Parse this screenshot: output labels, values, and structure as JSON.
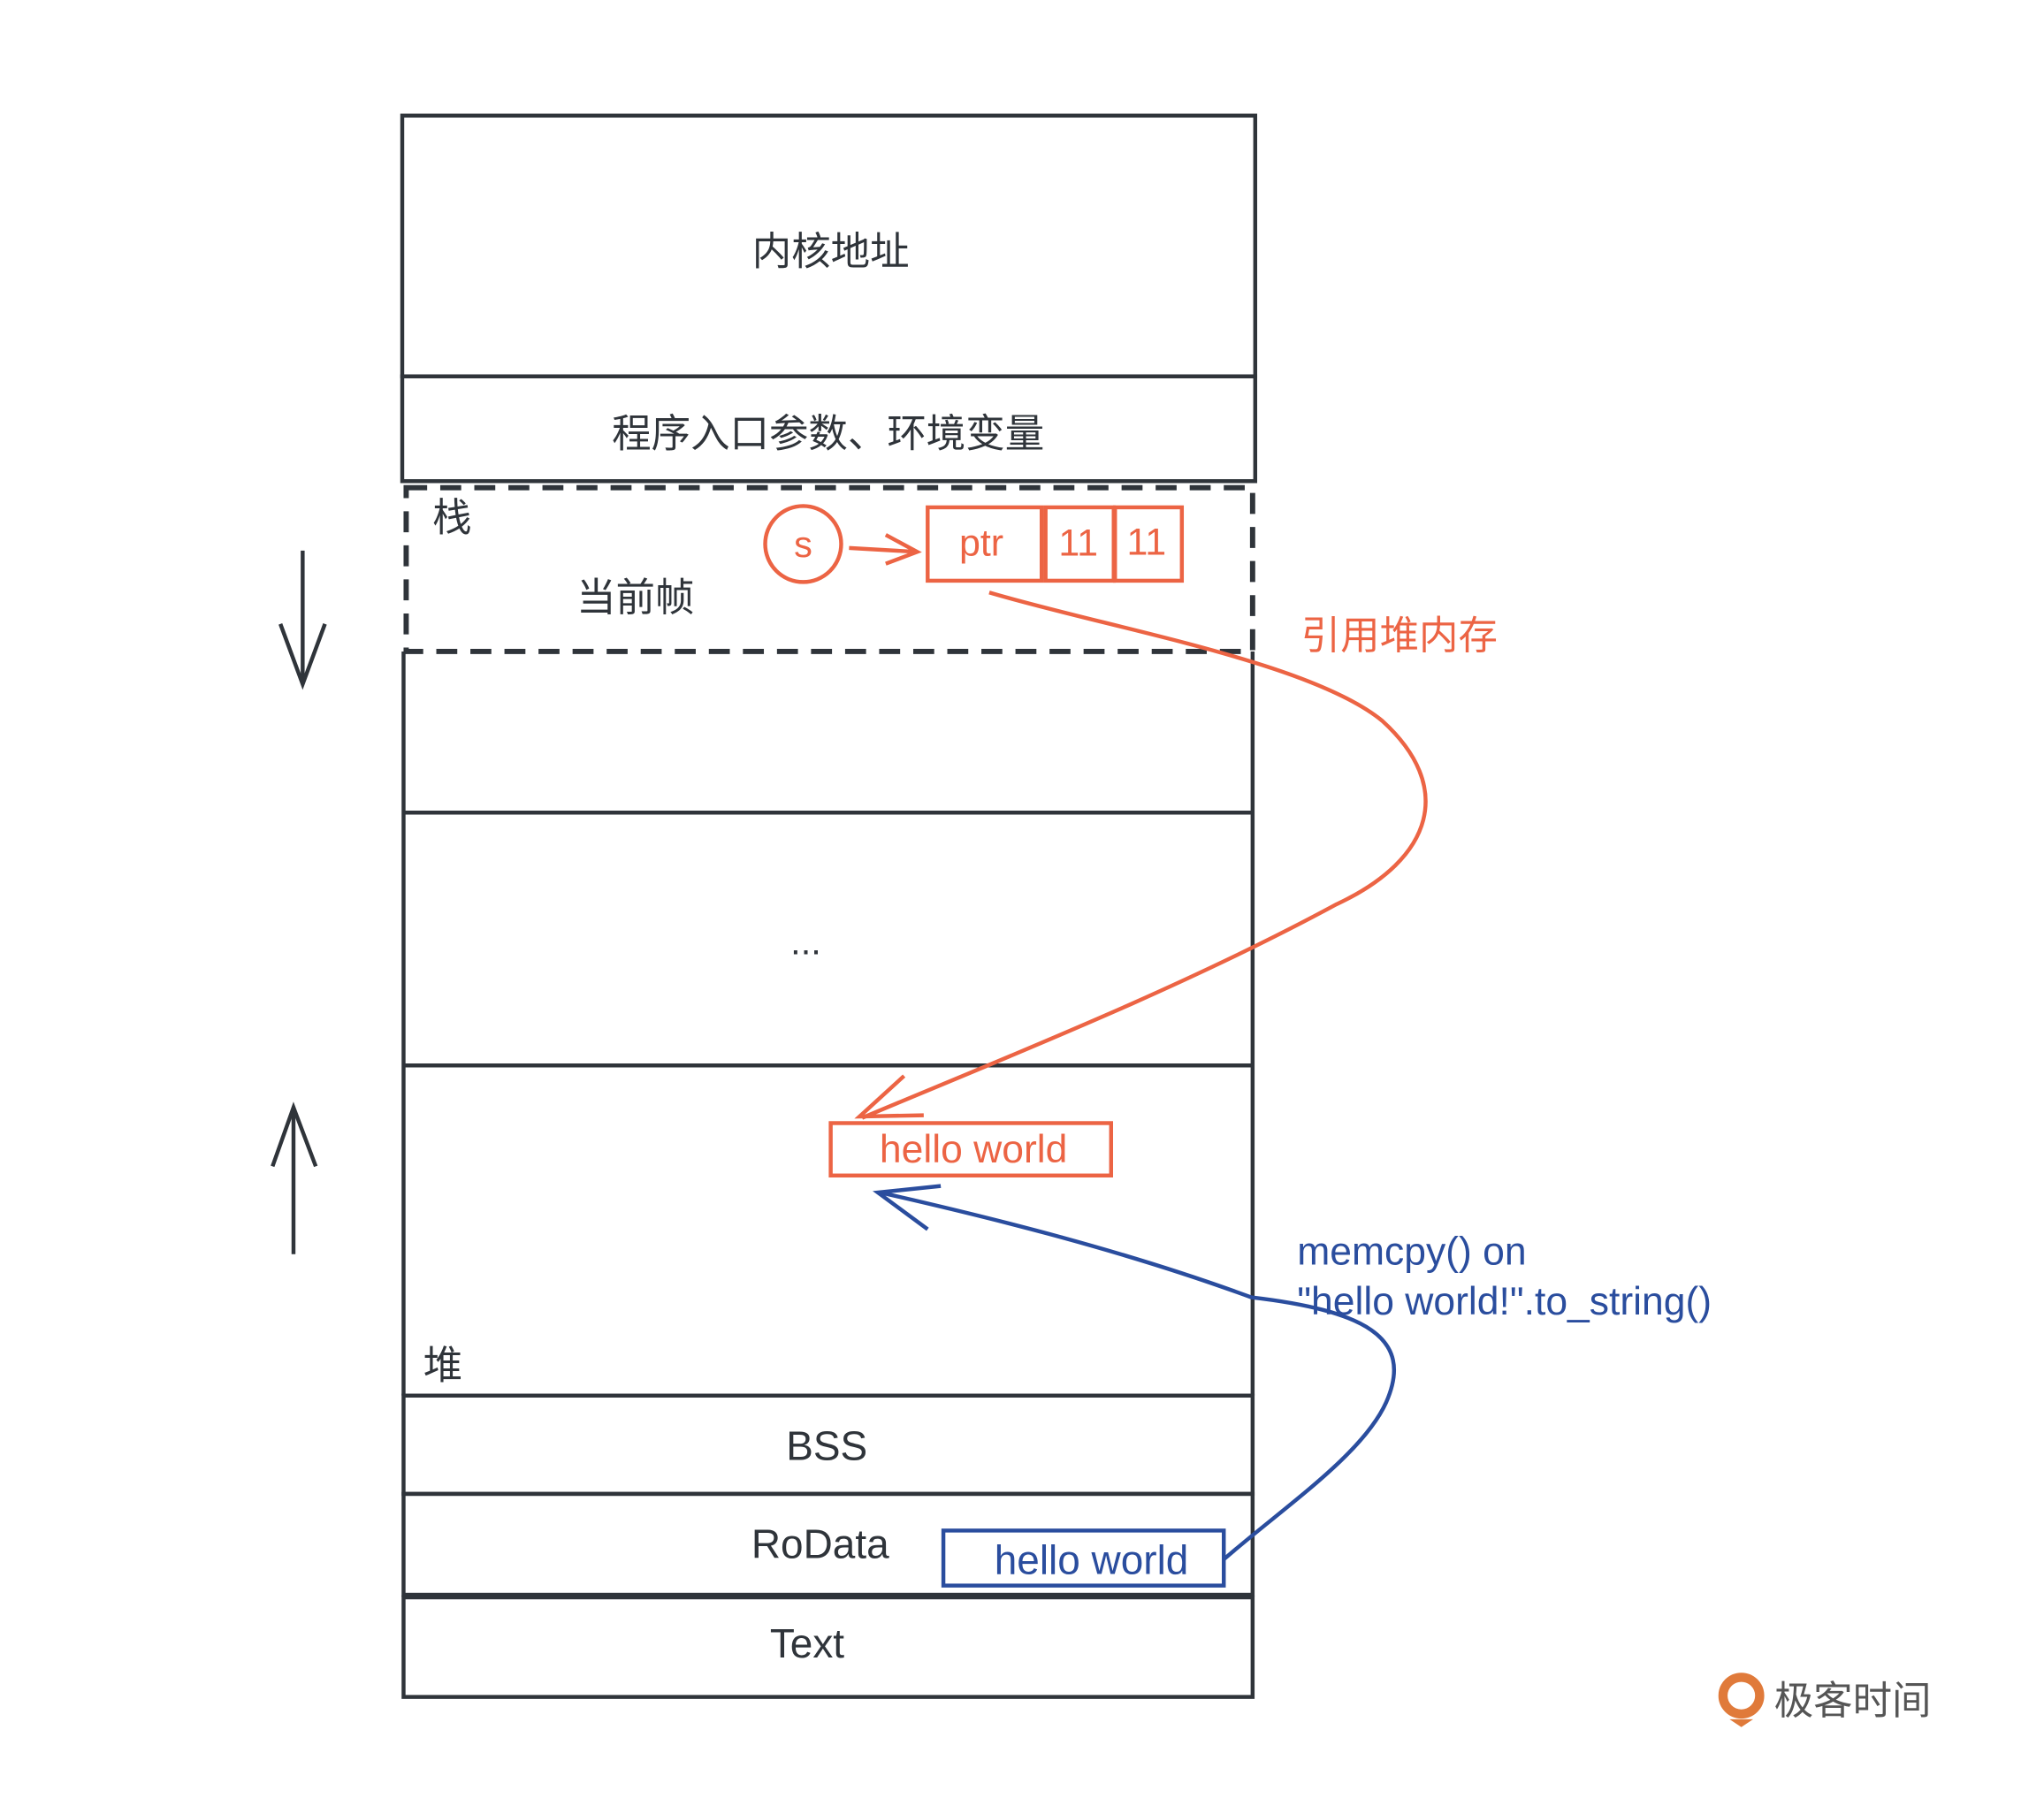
{
  "segments": {
    "kernel": "内核地址",
    "args_env": "程序入口参数、环境变量",
    "stack": "栈",
    "current_frame": "当前帧",
    "ellipsis": "...",
    "heap": "堆",
    "bss": "BSS",
    "rodata": "RoData",
    "text": "Text"
  },
  "stack_frame": {
    "var_name": "s",
    "ptr": "ptr",
    "len": "11",
    "cap": "11"
  },
  "heap_value": "hello world",
  "rodata_value": "hello world",
  "annotations": {
    "heap_ref": "引用堆内存",
    "memcpy_line1": "memcpy() on",
    "memcpy_line2": "\"hello world!\".to_string()"
  },
  "logo": "极客时间",
  "colors": {
    "red": "#ec6444",
    "blue": "#2a4d9e",
    "dark": "#2f343a",
    "logo": "#e07a3a"
  }
}
